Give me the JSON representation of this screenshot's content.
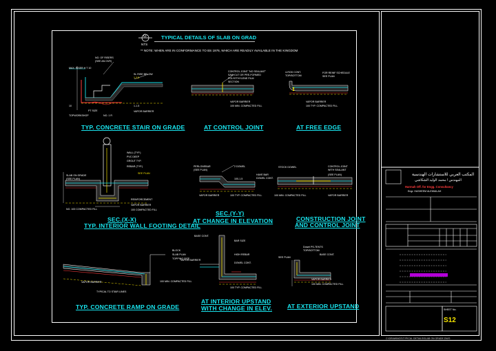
{
  "sheet": {
    "header": {
      "number": "G",
      "title": "TYPICAL DETAILS OF SLAB ON GRAD",
      "scale": "NTS",
      "note": "** NOTE: WHEN ARE IN CONFORMANCE TO BS 1976, WHICH ARE READILY AVAILABLE IN THE KINGDOM"
    },
    "details": [
      {
        "title": "TYP. CONCRETE STAIR ON GRADE"
      },
      {
        "title": "AT CONTROL JOINT"
      },
      {
        "title": "AT FREE EDGE"
      },
      {
        "title": "SEC.(X-X)",
        "subtitle": "TYP. INTERIOR WALL FOOTING DETAIL"
      },
      {
        "title": "SEC.(Y-Y)",
        "subtitle": "AT CHANGE IN ELEVATION"
      },
      {
        "title": "CONSTRUCTION JOINT",
        "subtitle": "AND CONTROL JOINT"
      },
      {
        "title": "TYP. CONCRETE RAMP ON GRADE"
      },
      {
        "title": "AT INTERIOR UPSTAND",
        "subtitle": "WITH CHANGE IN ELEV."
      },
      {
        "title": "AT EXTERIOR UPSTAND"
      }
    ],
    "labels": {
      "stair": [
        "NO. OF RISERS",
        "(SEE AN OVR)",
        "MAX. RISER H T 10",
        "SL RISE BELOW",
        "1-3.5",
        "VAPOR BARRIER",
        "10",
        "TOPWORKSHOP",
        "NO. 1 R",
        "1-1.5",
        "PT SIZE"
      ],
      "control": [
        "CONTROL JOINT \"NO SEALANT\"",
        "SAW CUT OR PRE-FORMED",
        "POLYETHYLENE FILM",
        "SECTION",
        "VAPOR BARRIER",
        "100 MIN. COMPACTED FILL"
      ],
      "free_edge": [
        "4-ROD CONT.",
        "TOP/BOTTOM",
        "FOR REINF SCHEDULE",
        "SEE PLAN",
        "VAPOR BARRIER",
        "100 TYP. COMPACTED FILL"
      ],
      "wall": [
        "WALL (TYP.)",
        "PVC DEEP",
        "GROUT TYP.",
        "REBAR (TYP.)",
        "SLAB ON GRADE",
        "(SEE PLAN)",
        "VAPOR BARRIER",
        "NO. 100 COMPACTED FILL",
        "100 COMPACTED FILL",
        "REINFORCEMENT",
        "SEE PLAN"
      ],
      "elevation": [
        "PERLONEBAR",
        "(SEE PLAN)",
        "2 DOWEL",
        "100-1.5",
        "HAVE BAR",
        "DOWEL CONT.",
        "VAPOR BARRIER",
        "100 TYP. COMPACTED FILL"
      ],
      "construction": [
        "STOCK DOWEL",
        "CONTROL JOINT",
        "WITH SEALANT",
        "(SEE PLAN)",
        "VAPOR BARRIER",
        "100 MIN. COMPACTED FILL"
      ],
      "ramp": [
        "BLOCK",
        "SLAB PLAN",
        "TOPPING SIZE",
        "100 MIN. COMPACTED FILL",
        "VAPOR BARRIER",
        "TYPICAL TO STAIR LINES"
      ],
      "int_upstand": [
        "BASE CONT.",
        "BAR SIZE",
        "HIGH REBAR",
        "VAPOR BARRIER",
        "DOWEL CONT.",
        "100 TYP. COMPACTED FILL"
      ],
      "ext_upstand": [
        "Dowel PS-TENTS",
        "TOP/BOTTOM",
        "SEE PLAN",
        "BASE CONT.",
        "VAPOR BARRIER",
        "100 MIN. COMPACTED FILL"
      ]
    },
    "title_block": {
      "logo_arabic": "المكتب العربي للاستشارات الهندسية",
      "logo_arabic_sub": "المهندس / محمد الوليد الشكاشي",
      "firm_name": "Harmah Off. for Engg. Consultancy",
      "engineer": "Engr. HASHEEM ALEWAILAH",
      "project_no_label": "SHEET No.",
      "sheet_no": "S12",
      "footer_text": "C:\\DRAWINGS\\TYPICAL DETAILS\\SLAB ON GRADE.DWG"
    }
  }
}
